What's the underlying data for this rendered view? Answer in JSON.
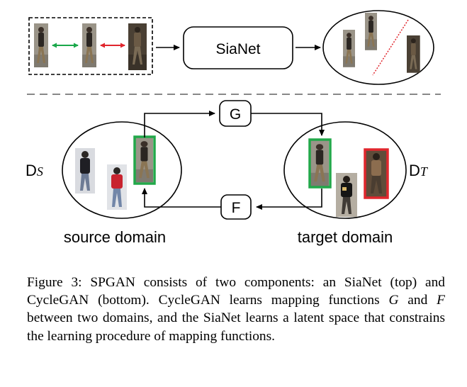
{
  "diagram": {
    "top": {
      "box_label": "SiaNet"
    },
    "cycle": {
      "g_label": "G",
      "f_label": "F",
      "source_domain_symbol_main": "D",
      "source_domain_symbol_sub": "S",
      "target_domain_symbol_main": "D",
      "target_domain_symbol_sub": "T",
      "source_domain_label": "source domain",
      "target_domain_label": "target domain"
    },
    "colors": {
      "positive_pair_arrow": "#1aa84a",
      "negative_pair_arrow": "#e0262d",
      "green_frame": "#22a84a",
      "red_frame": "#e0262d",
      "separator_line": "#888888"
    }
  },
  "caption": {
    "prefix": "Figure 3: SPGAN consists of two components: an SiaNet (top) and CycleGAN (bottom). CycleGAN learns mapping functions ",
    "g": "G",
    "and": " and ",
    "f": "F",
    "suffix": " between two domains, and the SiaNet learns a latent space that constrains the learning procedure of mapping functions."
  }
}
